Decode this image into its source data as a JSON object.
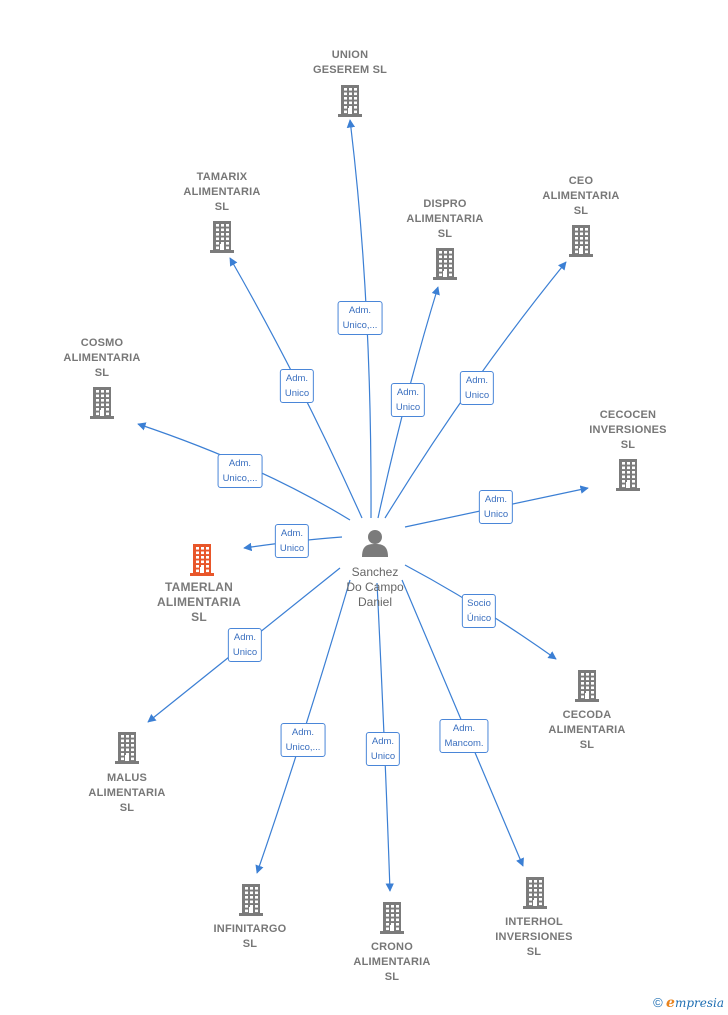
{
  "center": {
    "name_lines": [
      "Sanchez",
      "Do Campo",
      "Daniel"
    ],
    "icon": "person-icon"
  },
  "companies": [
    {
      "id": "union",
      "lines": [
        "UNION",
        "GESEREM  SL"
      ],
      "highlight": false,
      "icon": "building-icon"
    },
    {
      "id": "tamarix",
      "lines": [
        "TAMARIX",
        "ALIMENTARIA",
        "SL"
      ],
      "highlight": false,
      "icon": "building-icon"
    },
    {
      "id": "dispro",
      "lines": [
        "DISPRO",
        "ALIMENTARIA",
        "SL"
      ],
      "highlight": false,
      "icon": "building-icon"
    },
    {
      "id": "ceo",
      "lines": [
        "CEO",
        "ALIMENTARIA",
        "SL"
      ],
      "highlight": false,
      "icon": "building-icon"
    },
    {
      "id": "cosmo",
      "lines": [
        "COSMO",
        "ALIMENTARIA",
        "SL"
      ],
      "highlight": false,
      "icon": "building-icon"
    },
    {
      "id": "cecocen",
      "lines": [
        "CECOCEN",
        "INVERSIONES",
        "SL"
      ],
      "highlight": false,
      "icon": "building-icon"
    },
    {
      "id": "tamerlan",
      "lines": [
        "TAMERLAN",
        "ALIMENTARIA",
        "SL"
      ],
      "highlight": true,
      "icon": "building-icon"
    },
    {
      "id": "cecoda",
      "lines": [
        "CECODA",
        "ALIMENTARIA",
        "SL"
      ],
      "highlight": false,
      "icon": "building-icon"
    },
    {
      "id": "malus",
      "lines": [
        "MALUS",
        "ALIMENTARIA",
        "SL"
      ],
      "highlight": false,
      "icon": "building-icon"
    },
    {
      "id": "infinitargo",
      "lines": [
        "INFINITARGO",
        "SL"
      ],
      "highlight": false,
      "icon": "building-icon"
    },
    {
      "id": "crono",
      "lines": [
        "CRONO",
        "ALIMENTARIA",
        "SL"
      ],
      "highlight": false,
      "icon": "building-icon"
    },
    {
      "id": "interhol",
      "lines": [
        "INTERHOL",
        "INVERSIONES",
        "SL"
      ],
      "highlight": false,
      "icon": "building-icon"
    }
  ],
  "edges": [
    {
      "to": "union",
      "label_lines": [
        "Adm.",
        "Unico,..."
      ]
    },
    {
      "to": "tamarix",
      "label_lines": [
        "Adm.",
        "Unico"
      ]
    },
    {
      "to": "dispro",
      "label_lines": [
        "Adm.",
        "Unico"
      ]
    },
    {
      "to": "ceo",
      "label_lines": [
        "Adm.",
        "Unico"
      ]
    },
    {
      "to": "cosmo",
      "label_lines": [
        "Adm.",
        "Unico,..."
      ]
    },
    {
      "to": "cecocen",
      "label_lines": [
        "Adm.",
        "Unico"
      ]
    },
    {
      "to": "tamerlan",
      "label_lines": [
        "Adm.",
        "Unico"
      ]
    },
    {
      "to": "cecoda",
      "label_lines": [
        "Socio",
        "Único"
      ]
    },
    {
      "to": "malus",
      "label_lines": [
        "Adm.",
        "Unico"
      ]
    },
    {
      "to": "infinitargo",
      "label_lines": [
        "Adm.",
        "Unico,..."
      ]
    },
    {
      "to": "crono",
      "label_lines": [
        "Adm.",
        "Unico"
      ]
    },
    {
      "to": "interhol",
      "label_lines": [
        "Adm.",
        "Mancom."
      ]
    }
  ],
  "colors": {
    "edge": "#3b7fd4",
    "building": "#7b7b7b",
    "building_highlight": "#e8562a",
    "person": "#7b7b7b"
  },
  "watermark": {
    "copyright": "©",
    "brand_initial": "e",
    "brand_rest": "mpresia"
  }
}
